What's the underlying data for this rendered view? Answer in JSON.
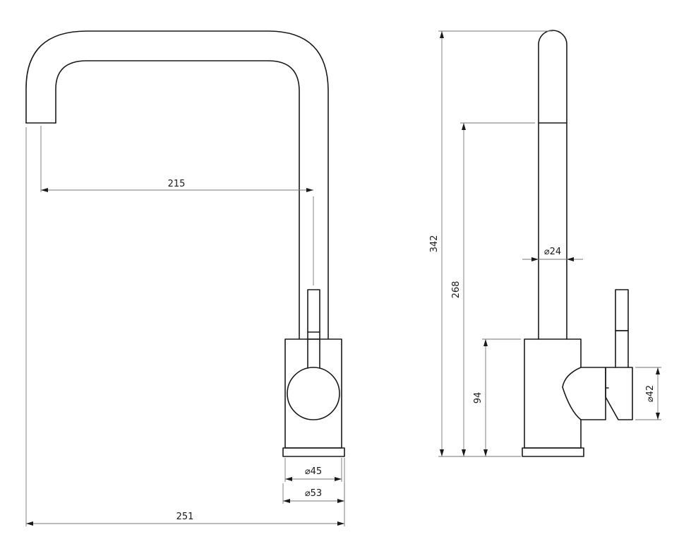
{
  "diagram": {
    "front_view": {
      "spout_reach": "215",
      "overall_width": "251",
      "body_diameter": "⌀45",
      "base_diameter": "⌀53"
    },
    "side_view": {
      "total_height": "342",
      "spout_height": "268",
      "body_height": "94",
      "spout_diameter": "⌀24",
      "handle_diameter": "⌀42"
    }
  }
}
